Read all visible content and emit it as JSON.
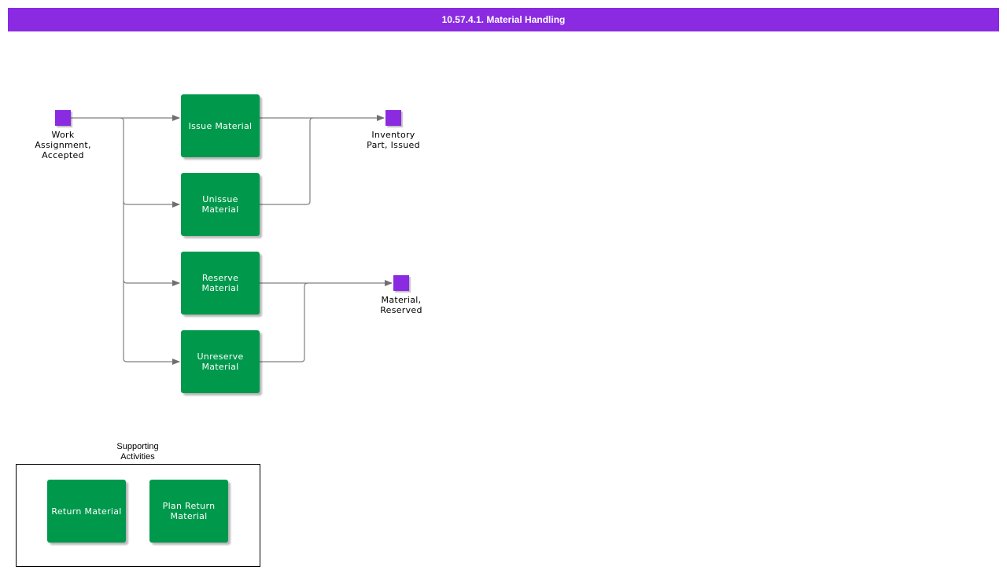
{
  "title": "10.57.4.1. Material Handling",
  "events": {
    "work_assignment": {
      "label_l1": "Work",
      "label_l2": "Assignment,",
      "label_l3": "Accepted"
    },
    "inventory_part_issued": {
      "label_l1": "Inventory",
      "label_l2": "Part, Issued"
    },
    "material_reserved": {
      "label_l1": "Material,",
      "label_l2": "Reserved"
    }
  },
  "activities": {
    "issue_material": {
      "l1": "Issue Material"
    },
    "unissue_material": {
      "l1": "Unissue Material"
    },
    "reserve_material": {
      "l1": "Reserve Material"
    },
    "unreserve_material": {
      "l1": "Unreserve",
      "l2": "Material"
    }
  },
  "supporting": {
    "label_l1": "Supporting",
    "label_l2": "Activities",
    "return_material": {
      "l1": "Return Material"
    },
    "plan_return_material": {
      "l1": "Plan Return",
      "l2": "Material"
    }
  },
  "colors": {
    "title_bar": "#8a2be2",
    "event": "#8a2be2",
    "activity": "#00994c",
    "connector": "#808080"
  }
}
